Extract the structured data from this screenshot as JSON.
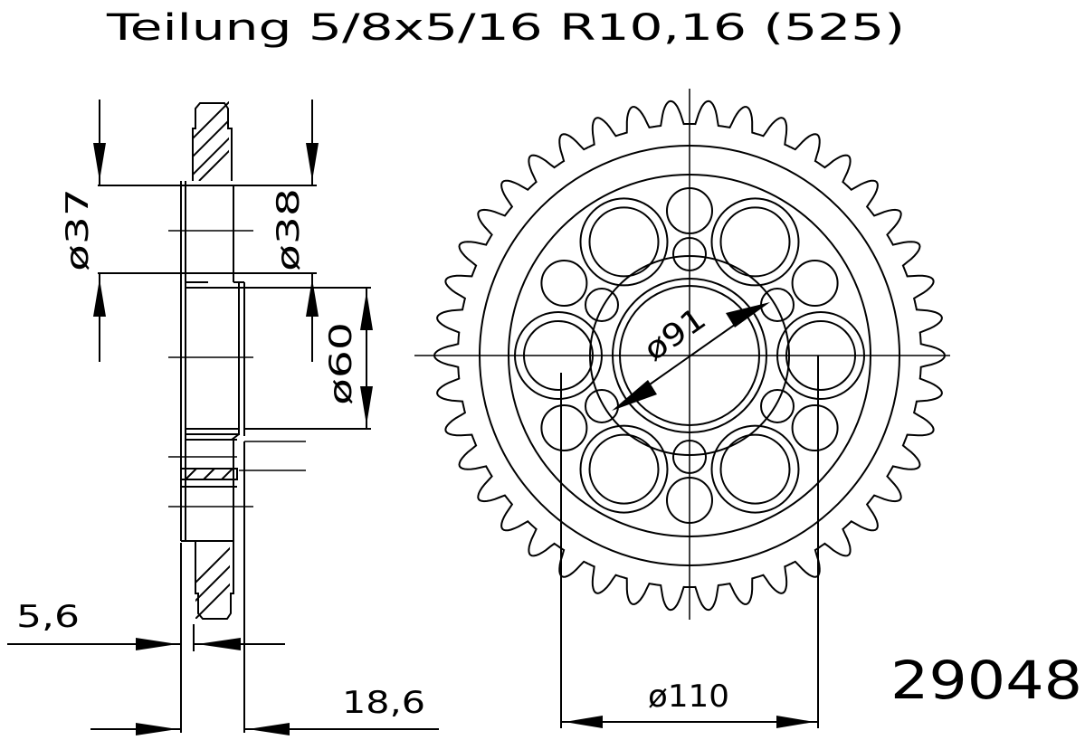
{
  "title": "Teilung 5/8x5/16 R10,16  (525)",
  "part_number": "29048",
  "dimensions": {
    "d37": "ø37",
    "d38": "ø38",
    "d60": "ø60",
    "d91": "ø91",
    "d110": "ø110",
    "w56": "5,6",
    "w186": "18,6"
  },
  "sprocket": {
    "teeth": 42,
    "large_holes": 6,
    "small_holes": 6
  },
  "colors": {
    "line": "#000000",
    "background": "#ffffff"
  }
}
